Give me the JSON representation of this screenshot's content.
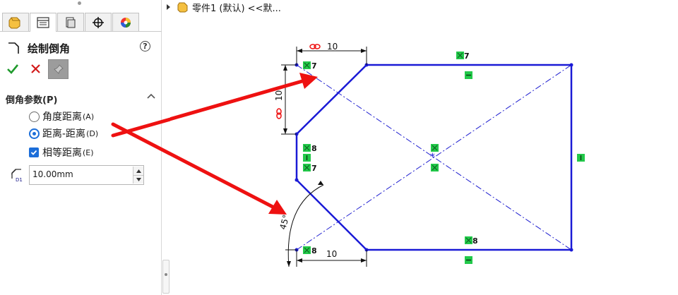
{
  "tree": {
    "label": "零件1 (默认) <<默..."
  },
  "panel": {
    "tabs": [
      {
        "name": "feature-manager",
        "icon": "part-icon"
      },
      {
        "name": "property-manager",
        "icon": "property-list-icon"
      },
      {
        "name": "configuration-manager",
        "icon": "configuration-icon"
      },
      {
        "name": "dim-xpert",
        "icon": "crosshair-icon"
      },
      {
        "name": "display-manager",
        "icon": "appearance-icon"
      }
    ],
    "title": "绘制倒角",
    "help": "?",
    "section": {
      "title": "倒角参数(P)"
    },
    "options": {
      "angle_distance": {
        "label": "角度距离",
        "accel": "(A)",
        "checked": false
      },
      "distance_distance": {
        "label": "距离-距离",
        "accel": "(D)",
        "checked": true
      },
      "equal_distance": {
        "label": "相等距离",
        "accel": "(E)",
        "checked": true
      }
    },
    "distance": {
      "value": "10.00mm",
      "icon_label": "D1"
    }
  },
  "sketch": {
    "dimensions": {
      "top_horizontal": "10",
      "left_vertical": "10",
      "bottom_horizontal": "10",
      "angle": "45°"
    },
    "relations": {
      "top_corner": "7",
      "top_edge": "7",
      "left_upper": "8",
      "left_lower": "7",
      "bottom_left": "8",
      "bottom_edge": "8"
    },
    "colors": {
      "geometry": "#1a1ad6",
      "construction": "#2020d0",
      "relation_badge": "#22c94a",
      "dimension": "#111111",
      "arrow": "#ee1111"
    }
  }
}
